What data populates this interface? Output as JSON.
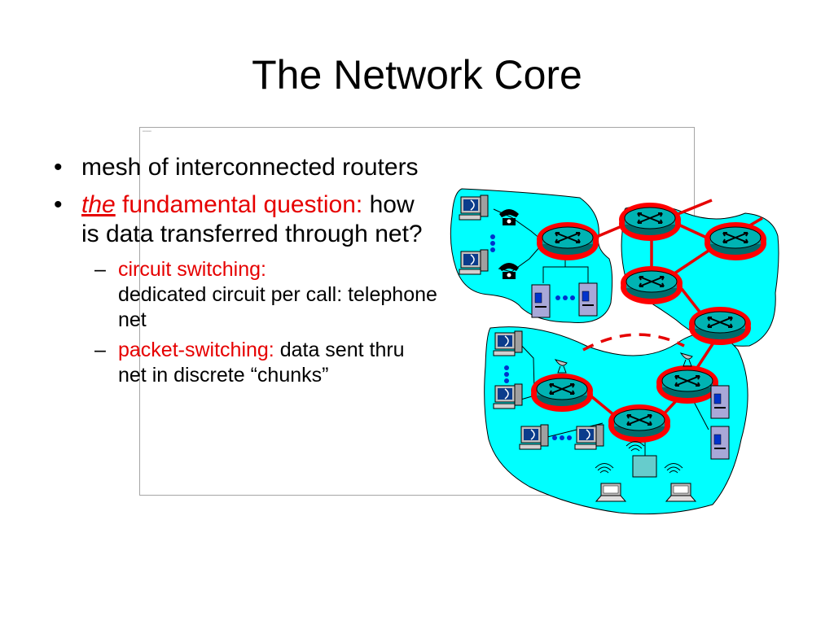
{
  "slide": {
    "title": "The Network Core"
  },
  "bullets": [
    {
      "text": "mesh of interconnected routers"
    },
    {
      "emphasis": "the",
      "red_rest": " fundamental question:",
      "plain": " how is data transferred through net?"
    }
  ],
  "sub_bullets": [
    {
      "red": "circuit switching:",
      "plain": "dedicated circuit per call: telephone net"
    },
    {
      "red": "packet-switching:",
      "plain": " data sent thru net in discrete “chunks”"
    }
  ],
  "colors": {
    "cloud": "#00ffff",
    "router_fill": "#009999",
    "router_ring": "#ff0000",
    "link": "#e60000",
    "text_red": "#e60000"
  },
  "icons": [
    "router-icon",
    "desktop-computer-icon",
    "telephone-icon",
    "server-icon",
    "laptop-icon",
    "satellite-dish-icon",
    "wireless-access-point-icon"
  ]
}
